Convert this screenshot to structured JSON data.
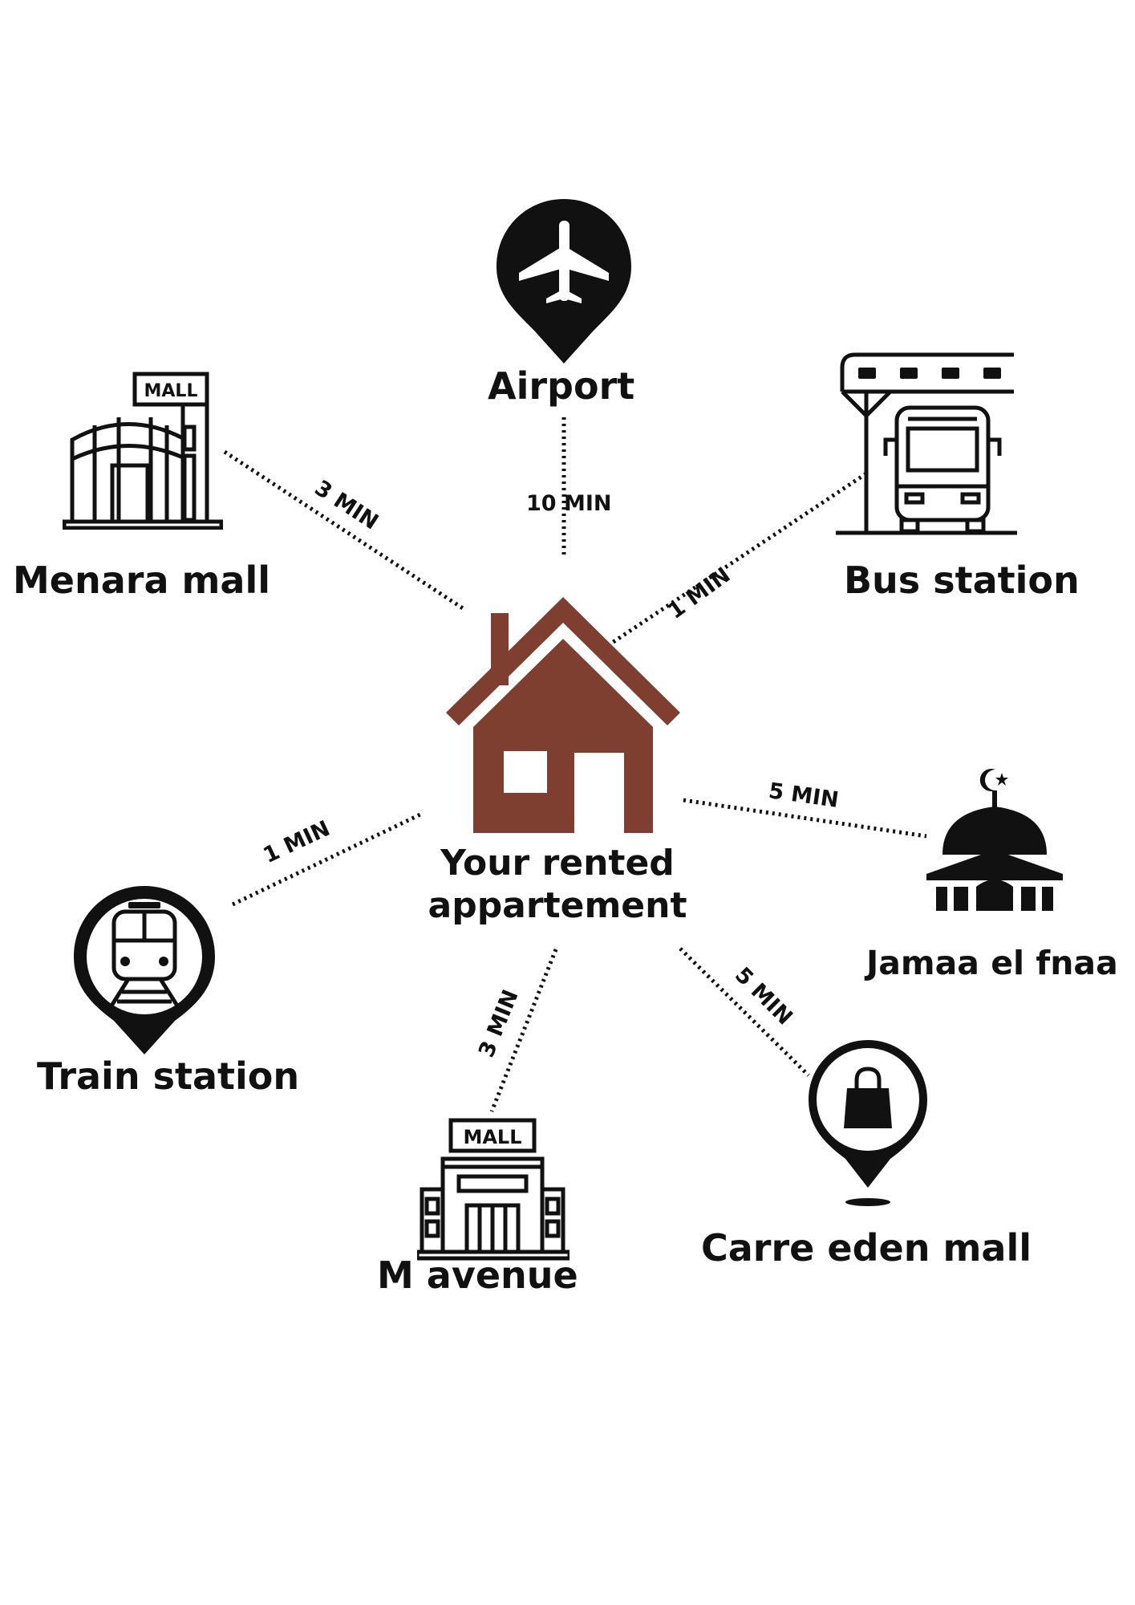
{
  "center": {
    "line1": "Your rented",
    "line2": "appartement",
    "color": "#7e3e30"
  },
  "places": {
    "airport": {
      "label": "Airport",
      "time": "10 MIN"
    },
    "menara": {
      "label": "Menara mall",
      "time": "3 MIN"
    },
    "bus": {
      "label": "Bus station",
      "time": "1 MIN"
    },
    "jamaa": {
      "label": "Jamaa el fnaa",
      "time": "5 MIN"
    },
    "train": {
      "label": "Train station",
      "time": "1 MIN"
    },
    "mavenue": {
      "label": "M avenue",
      "time": "3 MIN"
    },
    "carre": {
      "label": "Carre eden mall",
      "time": "5 MIN"
    }
  },
  "icons": {
    "airport": "airplane-pin-icon",
    "menara": "mall-building-icon",
    "bus": "bus-stop-icon",
    "jamaa": "mosque-icon",
    "train": "train-pin-icon",
    "mavenue": "mall-building-icon",
    "carre": "shopping-bag-pin-icon"
  },
  "mall_sign": "MALL"
}
